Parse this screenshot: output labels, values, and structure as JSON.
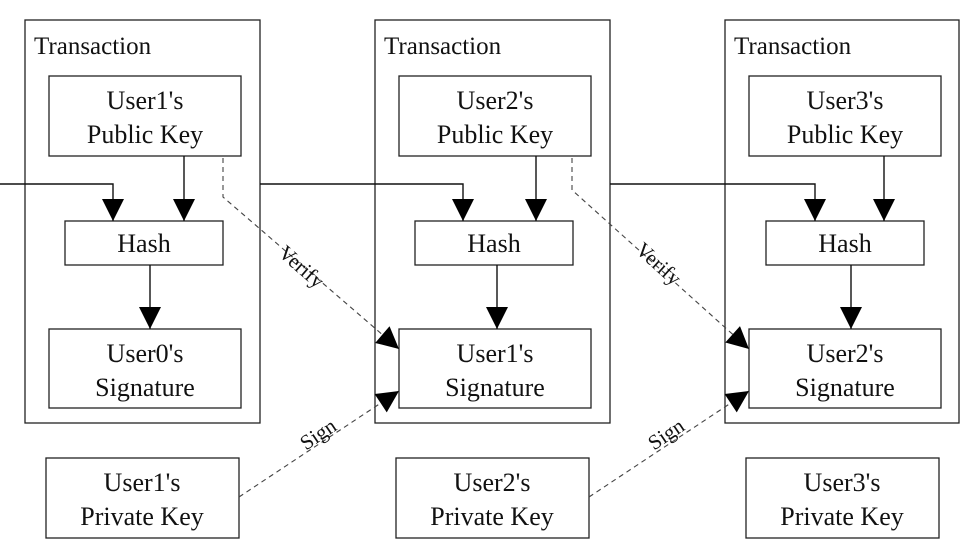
{
  "transactions": [
    {
      "title": "Transaction",
      "public_key": [
        "User1's",
        "Public Key"
      ],
      "hash": "Hash",
      "signature": [
        "User0's",
        "Signature"
      ]
    },
    {
      "title": "Transaction",
      "public_key": [
        "User2's",
        "Public Key"
      ],
      "hash": "Hash",
      "signature": [
        "User1's",
        "Signature"
      ]
    },
    {
      "title": "Transaction",
      "public_key": [
        "User3's",
        "Public Key"
      ],
      "hash": "Hash",
      "signature": [
        "User2's",
        "Signature"
      ]
    }
  ],
  "private_keys": [
    [
      "User1's",
      "Private Key"
    ],
    [
      "User2's",
      "Private Key"
    ],
    [
      "User3's",
      "Private Key"
    ]
  ],
  "edge_labels": {
    "verify": "Verify",
    "sign": "Sign"
  }
}
